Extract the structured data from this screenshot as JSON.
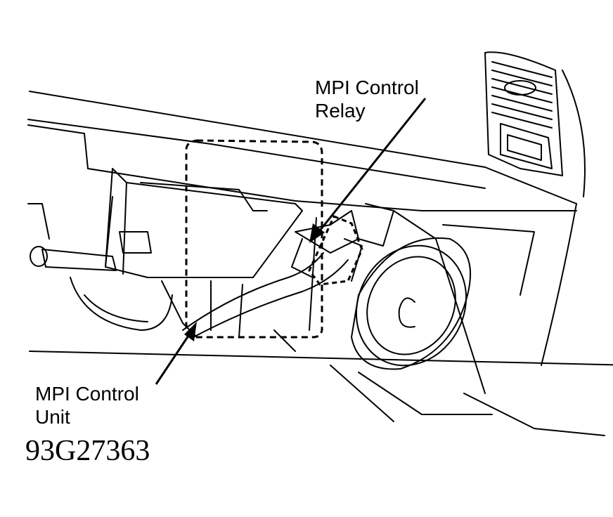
{
  "labels": {
    "relay_line1": "MPI Control",
    "relay_line2": "Relay",
    "unit_line1": "MPI Control",
    "unit_line2": "Unit"
  },
  "figure_code": "93G27363"
}
